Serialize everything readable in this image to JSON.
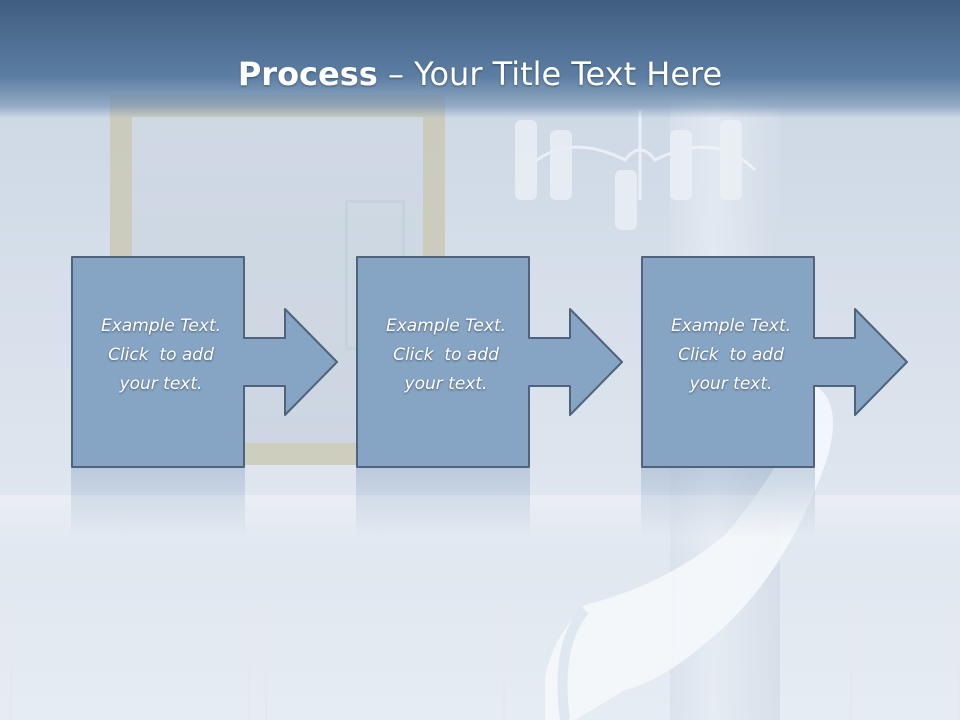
{
  "slide": {
    "title_bold": "Process",
    "title_rest": " – Your Title Text Here",
    "steps": [
      {
        "line1": "Example Text.",
        "line2": "Click  to add",
        "line3": "your text."
      },
      {
        "line1": "Example Text.",
        "line2": "Click  to add",
        "line3": "your text."
      },
      {
        "line1": "Example Text.",
        "line2": "Click  to add",
        "line3": "your text."
      }
    ]
  },
  "colors": {
    "header": "#4a6a8e",
    "box_fill": "#86a4c4",
    "box_stroke": "#51637a",
    "text": "#ffffff"
  }
}
